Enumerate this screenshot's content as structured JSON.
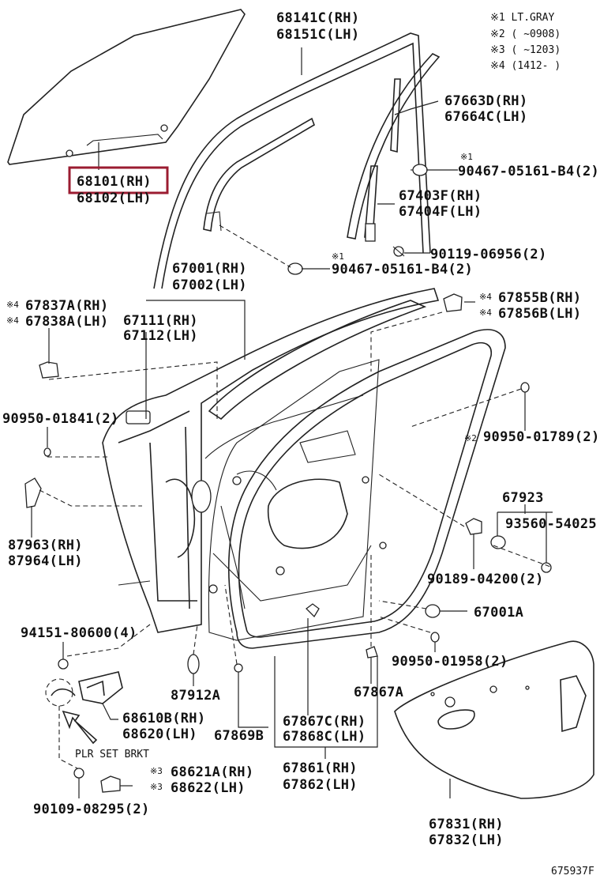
{
  "legend": {
    "items": [
      "※1 LT.GRAY",
      "※2 (      ~0908)",
      "※3 (      ~1203)",
      "※4 (1412-      )"
    ]
  },
  "labels": [
    {
      "id": "glass",
      "lines": [
        "68101(RH)",
        "68102(LH)"
      ],
      "highlight": true
    },
    {
      "id": "run-channel",
      "lines": [
        "68141C(RH)",
        "68151C(LH)"
      ]
    },
    {
      "id": "rear-sash",
      "lines": [
        "67663D(RH)",
        "67664C(LH)"
      ]
    },
    {
      "id": "clip-upper",
      "lines": [
        "90467-05161-B4(2)"
      ],
      "mark": "※1"
    },
    {
      "id": "sash-lower",
      "lines": [
        "67403F(RH)",
        "67404F(LH)"
      ]
    },
    {
      "id": "screw-sash",
      "lines": [
        "90119-06956(2)"
      ]
    },
    {
      "id": "clip-lower",
      "lines": [
        "90467-05161-B4(2)"
      ],
      "mark": "※1"
    },
    {
      "id": "door-panel",
      "lines": [
        "67001(RH)",
        "67002(LH)"
      ]
    },
    {
      "id": "bracket-a",
      "lines": [
        "67837A(RH)",
        "67838A(LH)"
      ],
      "mark": "※4"
    },
    {
      "id": "door-seal",
      "lines": [
        "67111(RH)",
        "67112(LH)"
      ]
    },
    {
      "id": "cover-b",
      "lines": [
        "67855B(RH)",
        "67856B(LH)"
      ],
      "mark": "※4"
    },
    {
      "id": "plug-left",
      "lines": [
        "90950-01841(2)"
      ]
    },
    {
      "id": "plug-right",
      "lines": [
        "90950-01789(2)"
      ],
      "mark": "※2"
    },
    {
      "id": "pad-left",
      "lines": [
        "87963(RH)",
        "87964(LH)"
      ]
    },
    {
      "id": "stopper-set",
      "lines": [
        "67923"
      ]
    },
    {
      "id": "stopper",
      "lines": [
        "93560-54025"
      ]
    },
    {
      "id": "nut-clip",
      "lines": [
        "90189-04200(2)"
      ]
    },
    {
      "id": "cushion",
      "lines": [
        "67001A"
      ]
    },
    {
      "id": "bolt-hinge",
      "lines": [
        "94151-80600(4)"
      ]
    },
    {
      "id": "plug-lower",
      "lines": [
        "90950-01958(2)"
      ]
    },
    {
      "id": "pad-lower",
      "lines": [
        "87912A"
      ]
    },
    {
      "id": "grommet",
      "lines": [
        "67867A"
      ]
    },
    {
      "id": "hinge",
      "lines": [
        "68610B(RH)",
        "68620(LH)"
      ]
    },
    {
      "id": "clip-weather",
      "lines": [
        "67869B"
      ]
    },
    {
      "id": "seal-inner",
      "lines": [
        "67867C(RH)",
        "67868C(LH)"
      ]
    },
    {
      "id": "plr-note",
      "lines": [
        "PLR SET BRKT"
      ]
    },
    {
      "id": "bracket-hinge",
      "lines": [
        "68621A(RH)",
        "68622(LH)"
      ],
      "mark": "※3"
    },
    {
      "id": "weatherstrip",
      "lines": [
        "67861(RH)",
        "67862(LH)"
      ]
    },
    {
      "id": "bolt-small",
      "lines": [
        "90109-08295(2)"
      ]
    },
    {
      "id": "sheet",
      "lines": [
        "67831(RH)",
        "67832(LH)"
      ]
    }
  ],
  "ref_code": "675937F",
  "colors": {
    "highlight": "#9b1c31",
    "ink": "#222222"
  }
}
